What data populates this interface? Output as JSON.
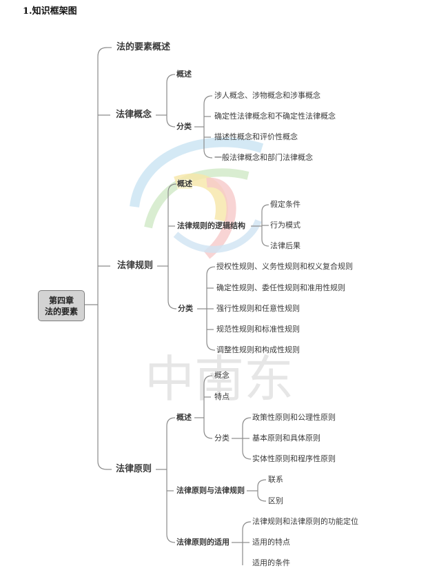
{
  "heading": "1.知识框架图",
  "root": {
    "line1": "第四章",
    "line2": "法的要素"
  },
  "watermark": {
    "text": "中南东"
  },
  "branches": {
    "elements_overview": "法的要素概述",
    "concept": {
      "label": "法律概念",
      "overview": "概述",
      "classification": "分类",
      "classes": [
        "涉人概念、涉物概念和涉事概念",
        "确定性法律概念和不确定性法律概念",
        "描述性概念和评价性概念",
        "一般法律概念和部门法律概念"
      ]
    },
    "rule": {
      "label": "法律规则",
      "overview": "概述",
      "logic": "法律规则的逻辑结构",
      "logic_items": [
        "假定条件",
        "行为模式",
        "法律后果"
      ],
      "classification": "分类",
      "classes": [
        "授权性规则、义务性规则和权义复合规则",
        "确定性规则、委任性规则和准用性规则",
        "强行性规则和任意性规则",
        "规范性规则和标准性规则",
        "调整性规则和构成性规则"
      ]
    },
    "principle": {
      "label": "法律原则",
      "overview": "概述",
      "overview_items": {
        "concept": "概念",
        "features": "特点",
        "classification": "分类"
      },
      "classes": [
        "政策性原则和公理性原则",
        "基本原则和具体原则",
        "实体性原则和程序性原则"
      ],
      "relation": "法律原则与法律规则",
      "relation_items": [
        "联系",
        "区别"
      ],
      "application": "法律原则的适用",
      "application_items": [
        "法律规则和法律原则的功能定位",
        "适用的特点",
        "适用的条件"
      ]
    }
  }
}
